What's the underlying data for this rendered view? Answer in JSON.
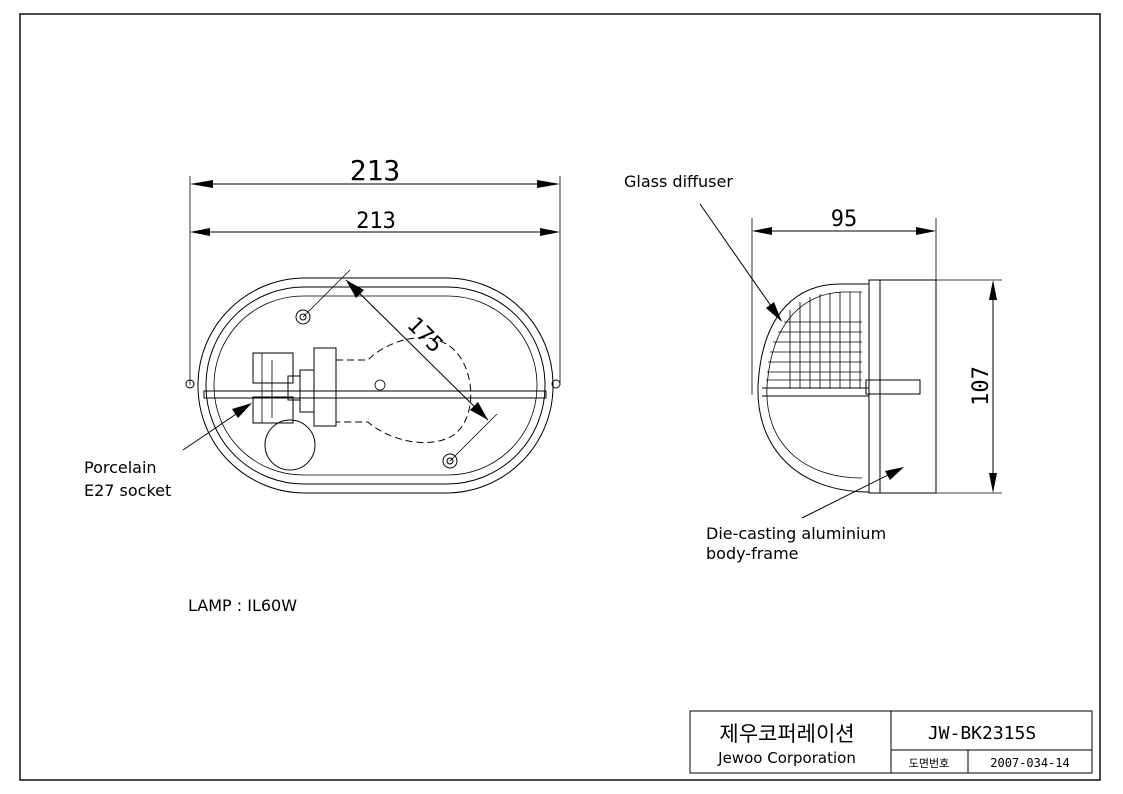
{
  "front_view": {
    "overall_width_dim": "213",
    "inner_width_dim": "213",
    "diagonal_dim": "175"
  },
  "side_view": {
    "depth_dim": "95",
    "height_dim": "107"
  },
  "labels": {
    "socket_line1": "Porcelain",
    "socket_line2": "E27  socket",
    "glass": "Glass diffuser",
    "frame_line1": "Die-casting aluminium",
    "frame_line2": "body-frame",
    "lamp": "LAMP : IL60W"
  },
  "title_block": {
    "company_korean": "제우코퍼레이션",
    "company_english": "Jewoo Corporation",
    "model": "JW-BK2315S",
    "drawing_no_label": "도면번호",
    "drawing_no": "2007-034-14"
  }
}
